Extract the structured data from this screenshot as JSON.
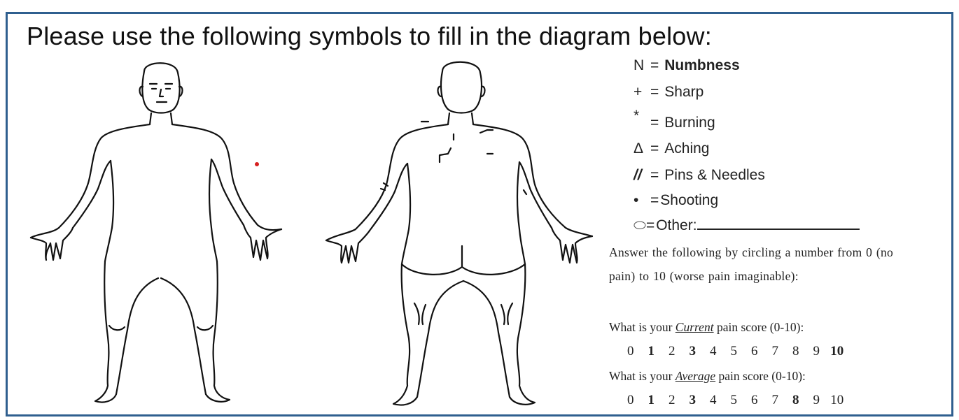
{
  "heading": "Please use the following symbols to fill in the diagram below:",
  "legend": [
    {
      "symbol": "N",
      "label": "Numbness"
    },
    {
      "symbol": "+",
      "label": "Sharp"
    },
    {
      "symbol": "*",
      "label": "Burning"
    },
    {
      "symbol": "Δ",
      "label": "Aching"
    },
    {
      "symbol": "//",
      "label": "Pins & Needles"
    },
    {
      "symbol": "•",
      "label": "Shooting"
    },
    {
      "symbol": "⬭",
      "label": "Other:"
    }
  ],
  "instructions": "Answer the following by circling a number from 0 (no pain) to 10 (worse pain imaginable):",
  "current_q": {
    "prefix": "What is your ",
    "emph": "Current",
    "suffix": " pain score (0-10):"
  },
  "average_q": {
    "prefix": "What is your ",
    "emph": "Average",
    "suffix": " pain score (0-10):"
  },
  "scale": [
    "0",
    "1",
    "2",
    "3",
    "4",
    "5",
    "6",
    "7",
    "8",
    "9",
    "10"
  ],
  "colors": {
    "frame": "#2f5f8f",
    "dot": "#d62020"
  }
}
